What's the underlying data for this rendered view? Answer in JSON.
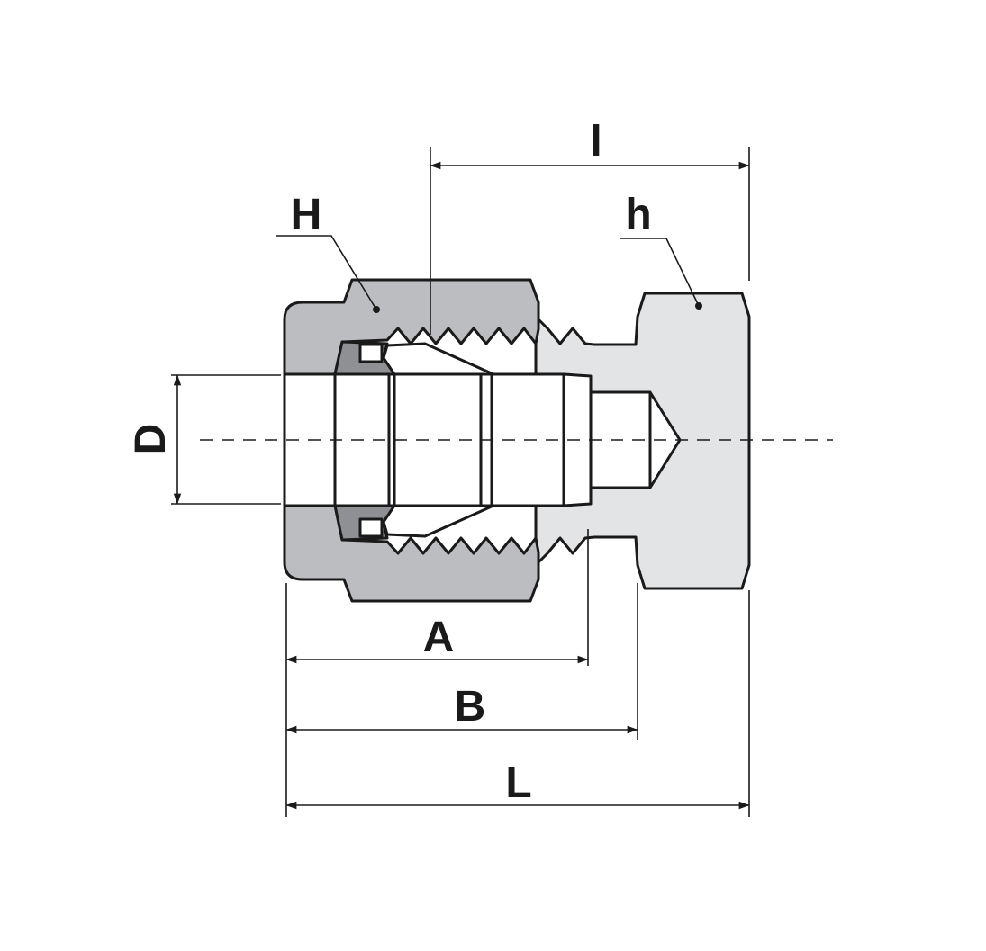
{
  "labels": {
    "nut": "H",
    "plug": "h",
    "insertion_length": "l",
    "diameter": "D",
    "dim_a": "A",
    "dim_b": "B",
    "total_length": "L"
  },
  "colors": {
    "nut_fill": "#bcbdc0",
    "plug_fill": "#e3e4e6",
    "ferrule_fill": "#8f9094",
    "tube_fill": "#ffffff",
    "line": "#1a1a1a"
  }
}
